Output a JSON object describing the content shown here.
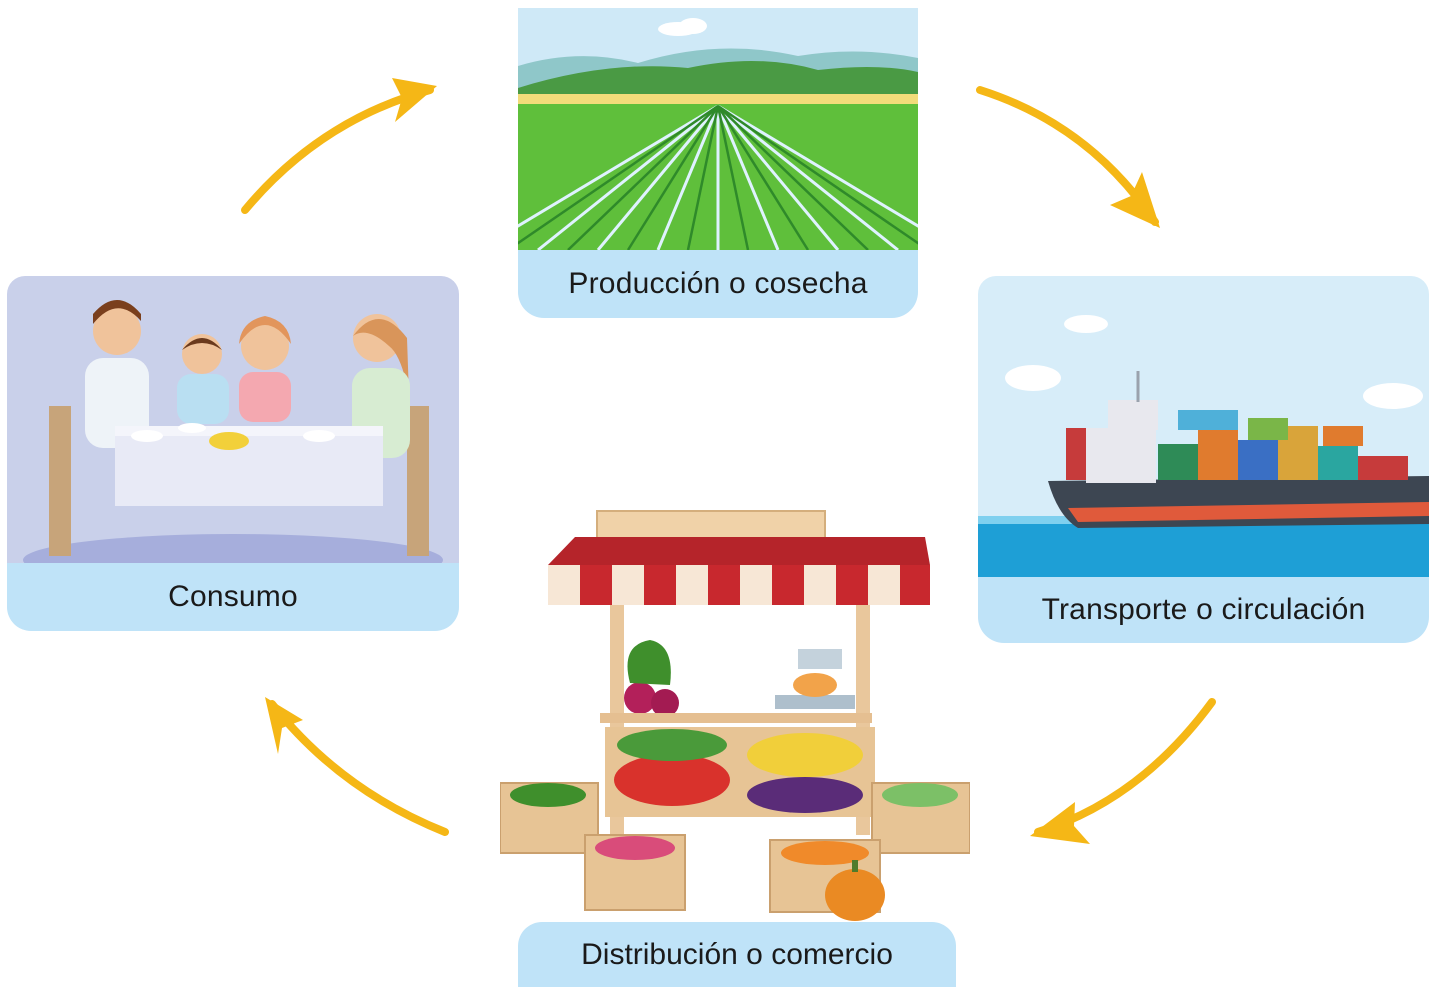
{
  "stages": {
    "production": {
      "label": "Producción o cosecha"
    },
    "transport": {
      "label": "Transporte o circulación"
    },
    "distribution": {
      "label": "Distribución o comercio"
    },
    "consumption": {
      "label": "Consumo"
    }
  },
  "colors": {
    "arrow": "#f5b716",
    "label_bg": "#bfe3f8"
  },
  "icons": [
    "crop-field-illustration",
    "cargo-ship-illustration",
    "market-stall-illustration",
    "family-meal-illustration",
    "cycle-arrow-icon"
  ]
}
